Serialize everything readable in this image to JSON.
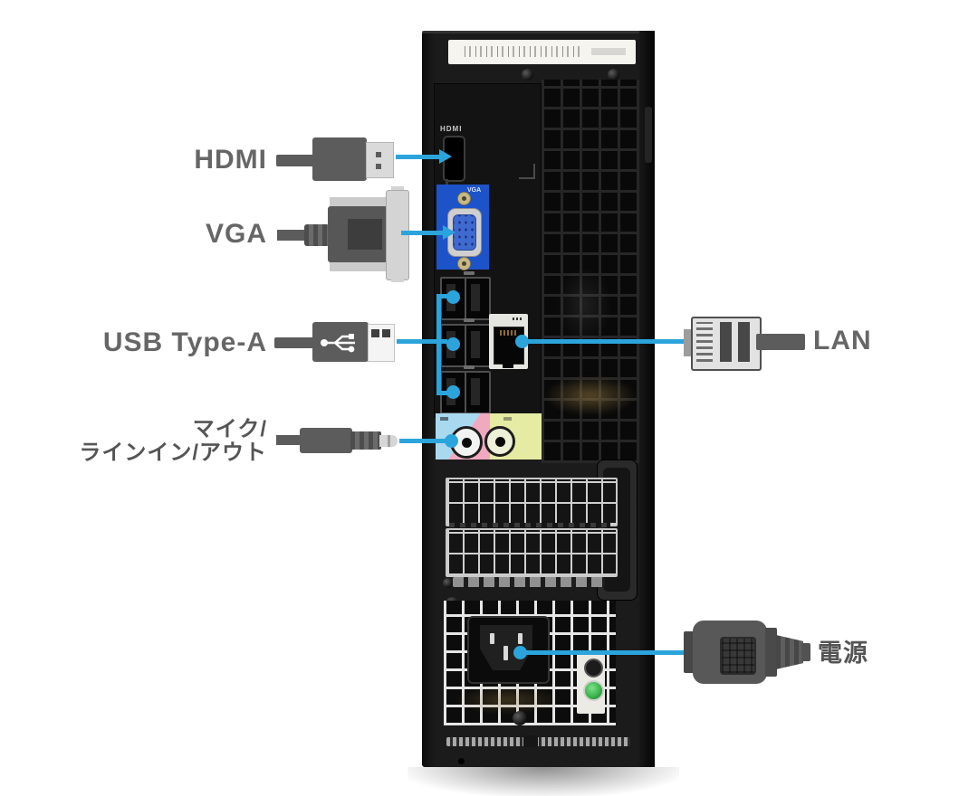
{
  "callouts": {
    "hdmi": {
      "label": "HDMI"
    },
    "vga": {
      "label": "VGA"
    },
    "usb": {
      "label": "USB Type-A"
    },
    "audio": {
      "label_line1": "マイク/",
      "label_line2": "ラインイン/アウト"
    },
    "lan": {
      "label": "LAN"
    },
    "power": {
      "label": "電源"
    }
  },
  "device": {
    "hdmi_port_label": "HDMI",
    "vga_port_label": "VGA"
  },
  "colors": {
    "callout_line": "#2ba4dc",
    "label_text": "#666666",
    "vga_panel": "#1d53c8",
    "audio_mic_blue": "#a9d9ef",
    "audio_mic_pink": "#f0a9bf",
    "audio_lineout_yellow": "#e6eba4",
    "power_led_green": "#35b04a"
  }
}
